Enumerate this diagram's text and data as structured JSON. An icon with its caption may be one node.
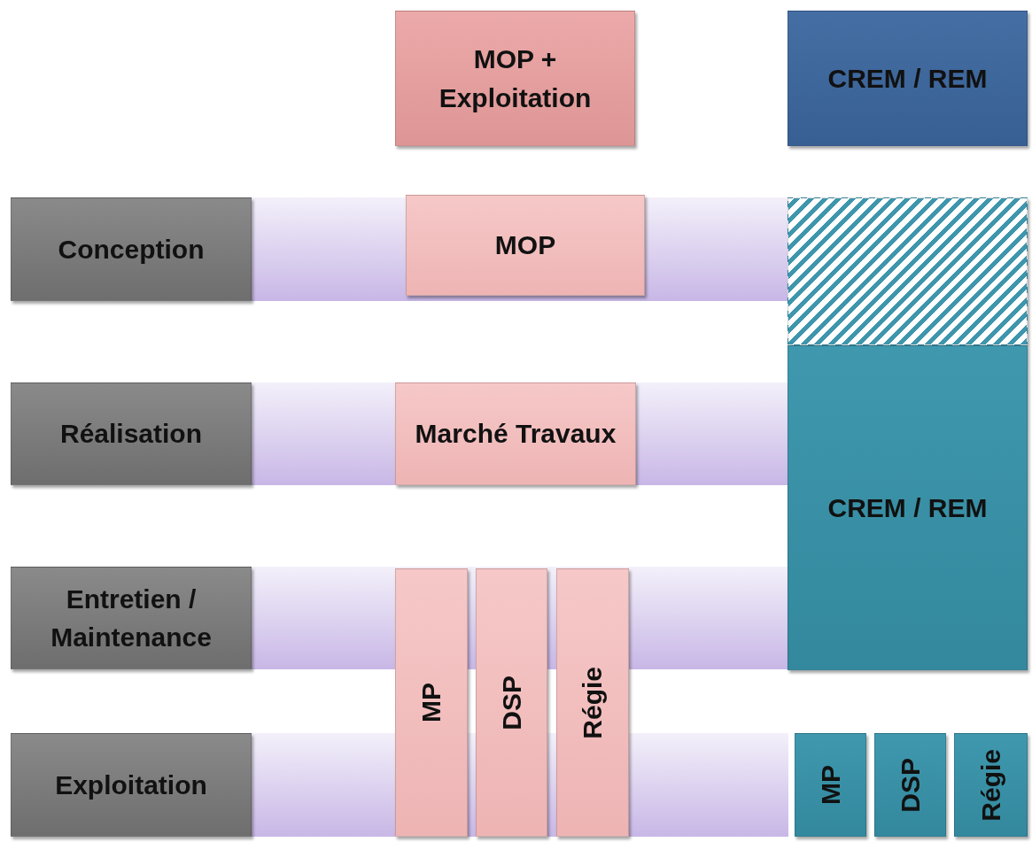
{
  "diagram": {
    "nodes": [
      {
        "text": [
          "MOP + Exploitation"
        ]
      },
      {
        "text": [
          "CREM / REM"
        ]
      },
      {
        "text": [
          "Conception"
        ]
      },
      {
        "text": [
          "MOP"
        ]
      },
      {
        "text": [],
        "shape": "box"
      },
      {
        "text": [
          "Réalisation"
        ]
      },
      {
        "text": [
          "Marché Travaux"
        ]
      },
      {
        "text": [
          "CREM / REM"
        ]
      },
      {
        "text": [
          "Entretien / Maintenance"
        ]
      },
      {
        "text": [
          "MP"
        ]
      },
      {
        "text": [
          "DSP"
        ]
      },
      {
        "text": [
          "Régie"
        ]
      },
      {
        "text": [
          "Exploitation"
        ]
      },
      {
        "text": [
          "MP"
        ]
      },
      {
        "text": [
          "DSP"
        ]
      },
      {
        "text": [
          "Régie"
        ]
      }
    ]
  }
}
